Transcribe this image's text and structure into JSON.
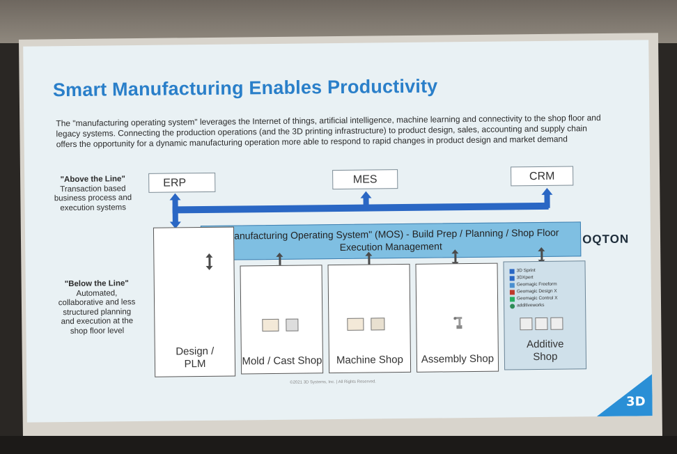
{
  "slide": {
    "title": "Smart Manufacturing Enables Productivity",
    "subtitle": "The \"manufacturing operating system\" leverages the Internet of things, artificial intelligence, machine learning and connectivity to the shop floor and legacy systems. Connecting the production operations (and the 3D printing infrastructure) to product design, sales, accounting and supply chain offers the opportunity for a dynamic manufacturing operation more able to respond to rapid changes in product design and market demand",
    "above_line": {
      "heading": "\"Above the Line\"",
      "text": "Transaction based business process and execution systems"
    },
    "below_line": {
      "heading": "\"Below the Line\"",
      "text": "Automated, collaborative and less structured planning and execution at the shop floor level"
    },
    "top_systems": [
      "ERP",
      "MES",
      "CRM"
    ],
    "mos_label": "\"Manufacturing Operating System\" (MOS) - Build Prep / Planning / Shop Floor Execution Management",
    "brand": "OQTON",
    "shops": [
      {
        "label": "Design / PLM"
      },
      {
        "label": "Mold / Cast Shop"
      },
      {
        "label": "Machine Shop"
      },
      {
        "label": "Assembly Shop"
      },
      {
        "label": "Additive Shop"
      }
    ],
    "additive_software": [
      "3D Sprint",
      "3DXpert",
      "Geomagic Freeform",
      "Geomagic Design X",
      "Geomagic Control X",
      "additiveworks"
    ],
    "copyright": "©2021 3D Systems, Inc. | All Rights Reserved.",
    "corner_logo": "3D"
  },
  "colors": {
    "title": "#2a7fc9",
    "bus": "#2a67c4",
    "mos_fill": "#7fbfe2",
    "additive_fill": "#cfe0ea",
    "corner": "#2a8fd6"
  }
}
